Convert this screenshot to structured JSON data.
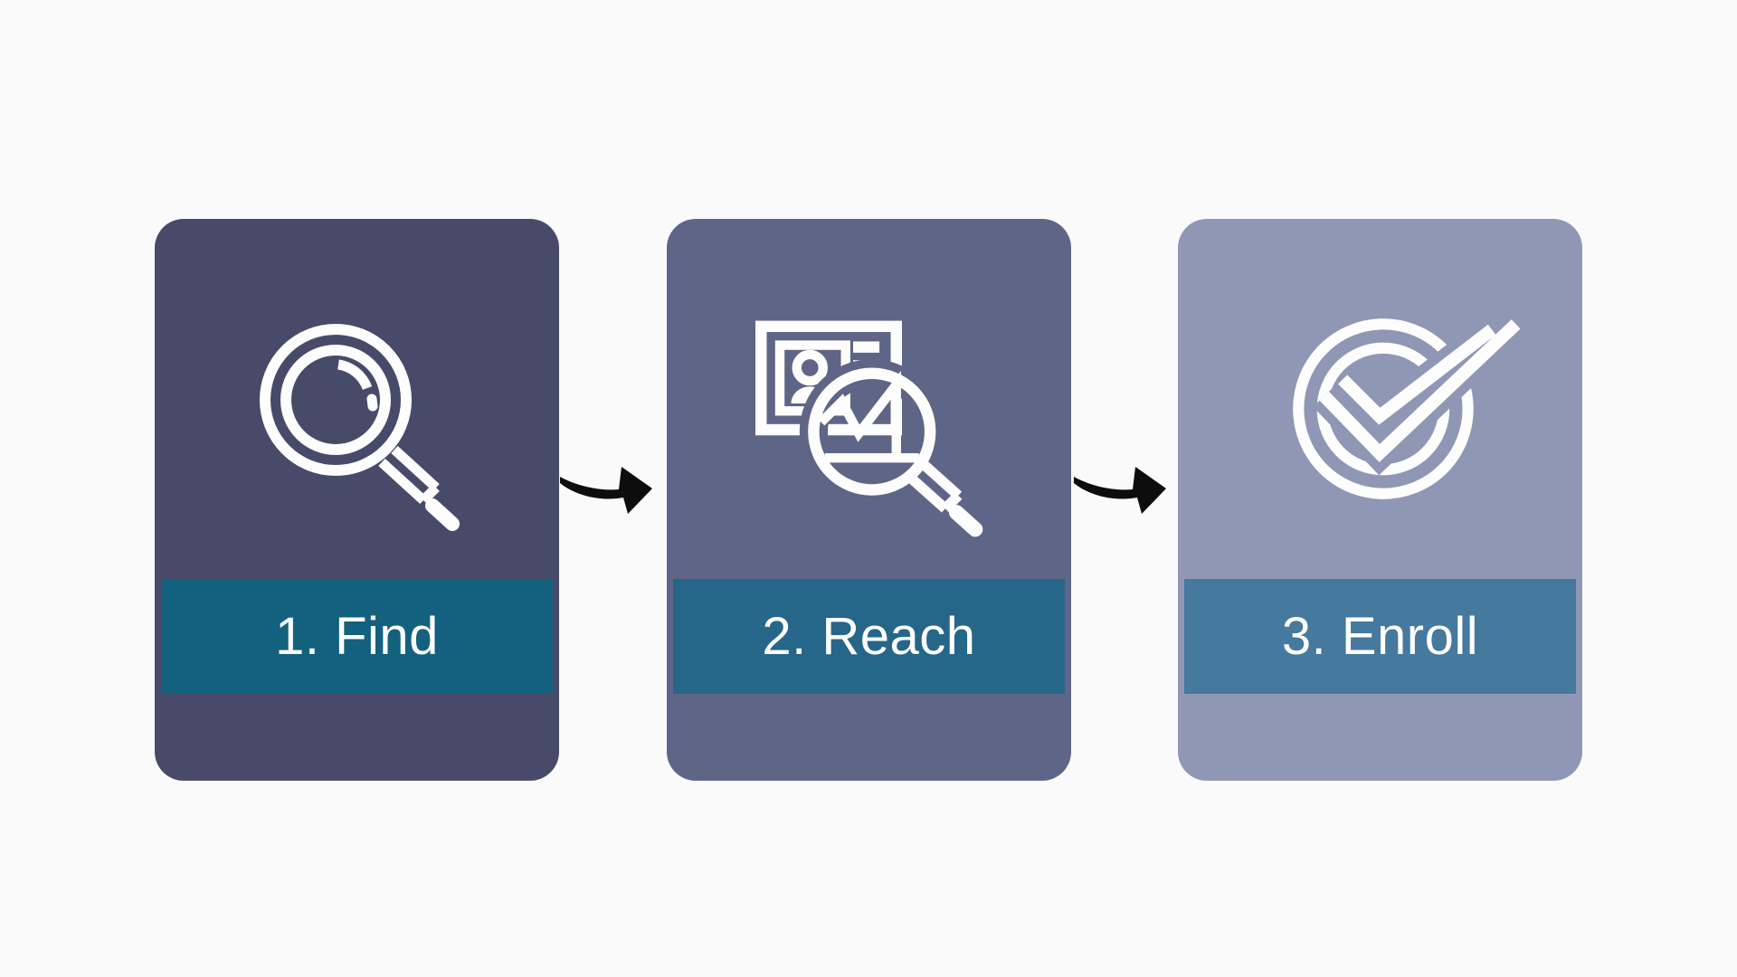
{
  "background": "#fafafb",
  "steps": [
    {
      "label": "1. Find",
      "icon": "magnifier-search-icon",
      "colors": {
        "card": "#474b69",
        "band": "#13617f",
        "text": "#ffffff"
      }
    },
    {
      "label": "2. Reach",
      "icon": "ad-analytics-magnifier-icon",
      "colors": {
        "card": "#5f6586",
        "band": "#266689",
        "text": "#ffffff"
      }
    },
    {
      "label": "3. Enroll",
      "icon": "circle-double-check-icon",
      "colors": {
        "card": "#9097b5",
        "band": "#45799d",
        "text": "#ffffff"
      }
    }
  ],
  "connectors": [
    {
      "icon": "arrow-right-icon",
      "color": "#0d0d0d"
    },
    {
      "icon": "arrow-right-icon",
      "color": "#0d0d0d"
    }
  ]
}
